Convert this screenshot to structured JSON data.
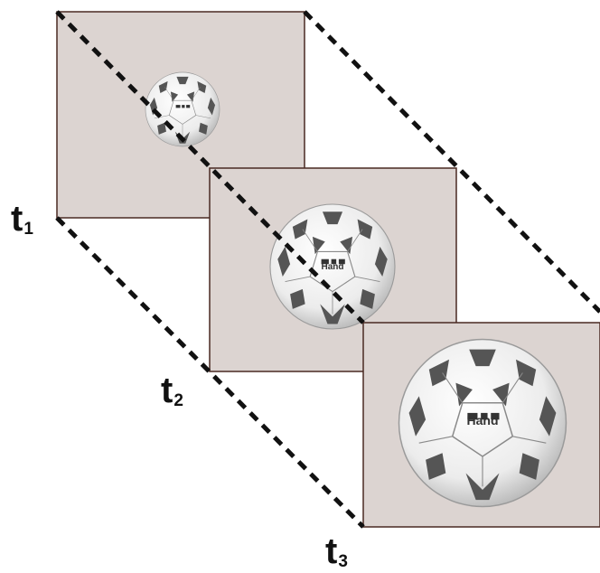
{
  "diagram": {
    "labels": [
      {
        "main": "t",
        "sub": "1"
      },
      {
        "main": "t",
        "sub": "2"
      },
      {
        "main": "t",
        "sub": "3"
      }
    ],
    "ball_text": "Hand",
    "colors": {
      "frame_fill": "#dcd4d1",
      "frame_border": "#4a2a22",
      "dashed_line": "#111111",
      "ball_white": "#f2f2f2",
      "ball_patch": "#555555"
    }
  }
}
